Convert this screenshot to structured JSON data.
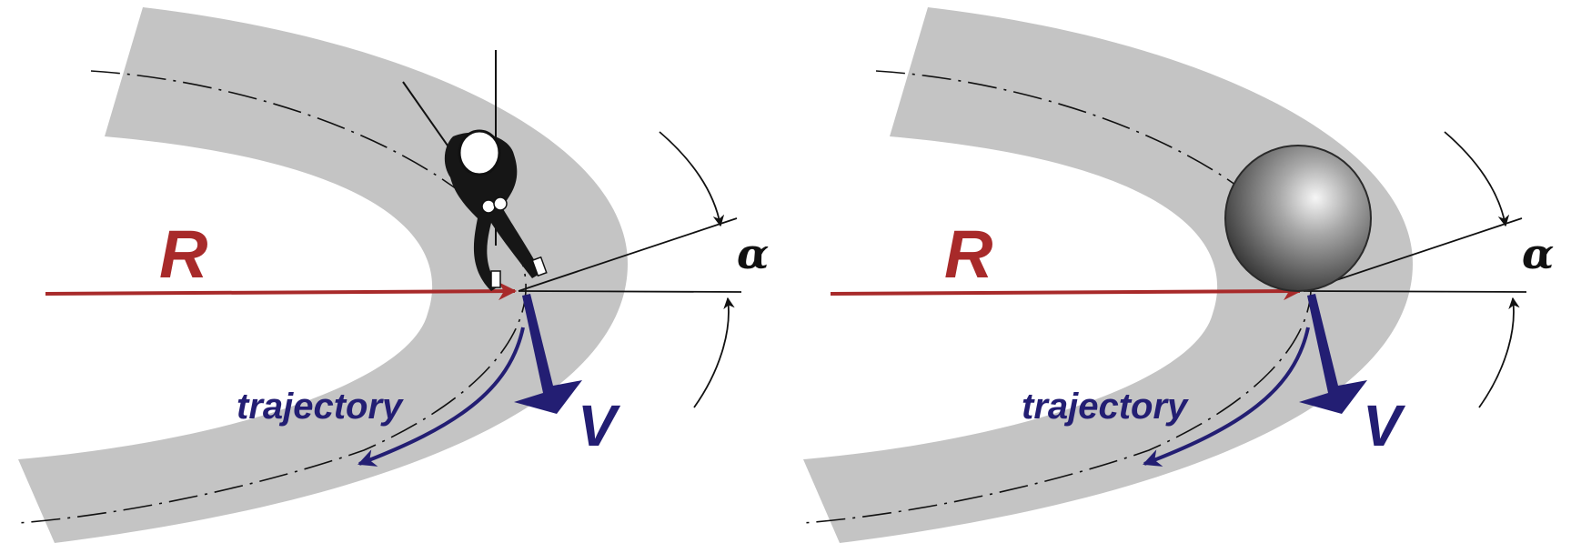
{
  "colors": {
    "track": "#c4c4c4",
    "radius_arrow": "#a82a2a",
    "velocity_arrow": "#231e73",
    "line": "#111111",
    "sphere_light": "#f2f2f2",
    "sphere_dark": "#2e2e2e"
  },
  "panels": [
    {
      "label_R": "R",
      "label_V": "V",
      "label_trajectory": "trajectory",
      "label_alpha": "α",
      "body": "skier-icon"
    },
    {
      "label_R": "R",
      "label_V": "V",
      "label_trajectory": "trajectory",
      "label_alpha": "α",
      "body": "sphere-icon"
    }
  ]
}
